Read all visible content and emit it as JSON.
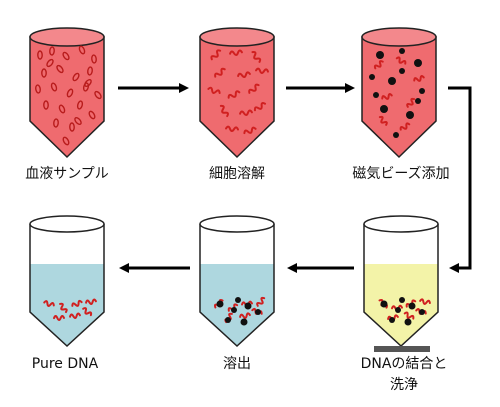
{
  "colors": {
    "tube_red": "#ef6b6f",
    "tube_red_top": "#f3888c",
    "cell": "#b81c1c",
    "dna": "#d02020",
    "bead": "#111111",
    "liquid_blue": "#aed7df",
    "liquid_yellow": "#f3f3a8",
    "outline": "#222222",
    "magnet": "#555555"
  },
  "steps": [
    {
      "id": "blood-sample",
      "label": "血液サンプル",
      "contents": "red-blood-cells",
      "row": 1
    },
    {
      "id": "cell-lysis",
      "label": "細胞溶解",
      "contents": "red-lysate-dna",
      "row": 1
    },
    {
      "id": "bead-addition",
      "label": "磁気ビーズ添加",
      "contents": "red-dna-beads",
      "row": 1
    },
    {
      "id": "binding-washing",
      "label": "DNAの結合と",
      "label_line2": "洗浄",
      "contents": "yellow-liquid-beads",
      "magnet": true,
      "row": 2
    },
    {
      "id": "elution",
      "label": "溶出",
      "contents": "blue-liquid-beads",
      "row": 2
    },
    {
      "id": "pure-dna",
      "label": "Pure DNA",
      "contents": "blue-liquid-dna",
      "row": 2
    }
  ]
}
